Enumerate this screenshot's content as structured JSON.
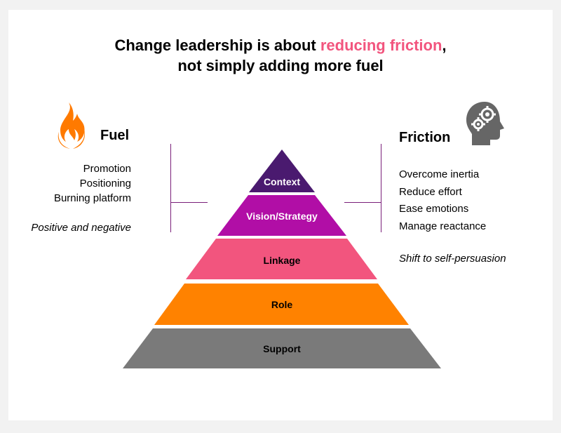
{
  "title": {
    "line1_prefix": "Change leadership is about ",
    "line1_accent": "reducing friction",
    "line1_suffix": ",",
    "line2": "not simply adding more fuel"
  },
  "fuel": {
    "heading": "Fuel",
    "icon": "flame-icon",
    "items": [
      "Promotion",
      "Positioning",
      "Burning platform"
    ],
    "note": "Positive and negative"
  },
  "friction": {
    "heading": "Friction",
    "icon": "head-gears-icon",
    "items": [
      "Overcome inertia",
      "Reduce effort",
      "Ease emotions",
      "Manage reactance"
    ],
    "note": "Shift to self-persuasion"
  },
  "pyramid": {
    "tiers": [
      {
        "label": "Context",
        "color": "#4a1a6f",
        "text_color": "#ffffff"
      },
      {
        "label": "Vision/Strategy",
        "color": "#b10ea6",
        "text_color": "#ffffff"
      },
      {
        "label": "Linkage",
        "color": "#f2557e",
        "text_color": "#000000"
      },
      {
        "label": "Role",
        "color": "#ff8200",
        "text_color": "#000000"
      },
      {
        "label": "Support",
        "color": "#7a7a7a",
        "text_color": "#000000"
      }
    ]
  },
  "colors": {
    "accent_pink": "#f2557e",
    "bracket": "#7a1f7a",
    "flame": "#ff7a00",
    "brain": "#666666"
  }
}
